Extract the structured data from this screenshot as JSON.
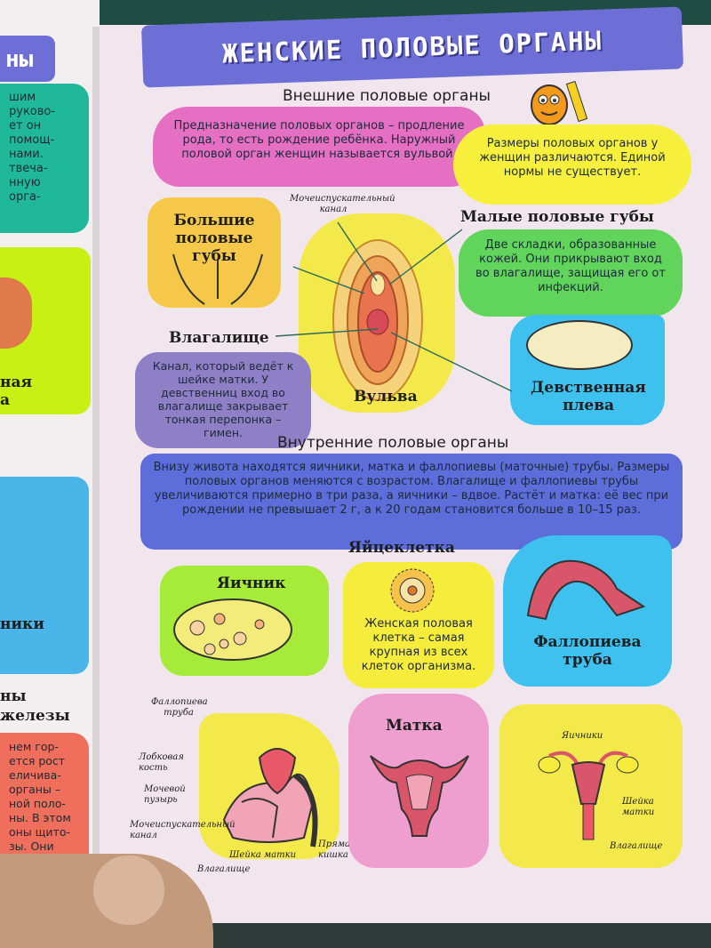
{
  "title": "ЖЕНСКИЕ ПОЛОВЫЕ ОРГАНЫ",
  "external": {
    "heading": "Внешние половые органы",
    "purpose_text": "Предназначение половых органов – продление рода, то есть рождение ребёнка. Наружный половой орган женщин называется вульвой.",
    "sizes_text": "Размеры половых органов у женщин различаются. Единой нормы не существует.",
    "labia_major": "Большие половые губы",
    "urethra_label": "Мочеиспускательный канал",
    "labia_minor_title": "Малые половые губы",
    "labia_minor_text": "Две складки, образованные кожей. Они прикрывают вход во влагалище, защищая его от инфекций.",
    "vagina_title": "Влагалище",
    "vagina_text": "Канал, который ведёт к шейке матки. У девственниц вход во влагалище закрывает тонкая перепонка – гимен.",
    "vulva_label": "Вульва",
    "hymen_label": "Девственная плева"
  },
  "internal": {
    "heading": "Внутренние половые органы",
    "text": "Внизу живота находятся яичники, матка и фаллопиевы (маточные) трубы. Размеры половых органов меняются с возрастом. Влагалище и фаллопиевы трубы увеличиваются примерно в три раза, а яичники – вдвое. Растёт и матка: её вес при рождении не превышает 2 г, а к 20 годам становится больше в 10–15 раз.",
    "ovary_label": "Яичник",
    "egg_title": "Яйцеклетка",
    "egg_text": "Женская половая клетка – самая крупная из всех клеток организма.",
    "tube_label": "Фаллопиева труба",
    "uterus_label": "Матка"
  },
  "side_view": {
    "fallopian": "Фаллопиева труба",
    "pubic_bone": "Лобковая кость",
    "bladder": "Мочевой пузырь",
    "urethra": "Мочеиспускательный канал",
    "vagina": "Влагалище",
    "cervix": "Шейка матки",
    "rectum": "Прямая кишка"
  },
  "front_view": {
    "ovaries": "Яичники",
    "cervix": "Шейка матки",
    "vagina": "Влагалище"
  },
  "left_page": {
    "tab_label": "ны",
    "text1": "шим\nруково-\nет он\nпомощ-\nнами.\nтвеча-\nнную\nорга-",
    "label1": "ная\nа",
    "label2": "ники",
    "label3": "ны\nжелезы",
    "text2": "нем гор-\nется рост\nеличива-\nорганы –\nной поло-\nны. В этом\nоны щито-\nзы. Они\nт скелета\nие жиро-"
  },
  "colors": {
    "title_band": "#6d6fd6",
    "pink_bubble": "#e56fc2",
    "yellow_bubble": "#f6ef3c",
    "green_bubble": "#61d45b",
    "purple_box": "#8f7fc6",
    "blue_box": "#5d6dd9",
    "cyan_card": "#3ec1ef",
    "lime_card": "#a6ea3a"
  }
}
